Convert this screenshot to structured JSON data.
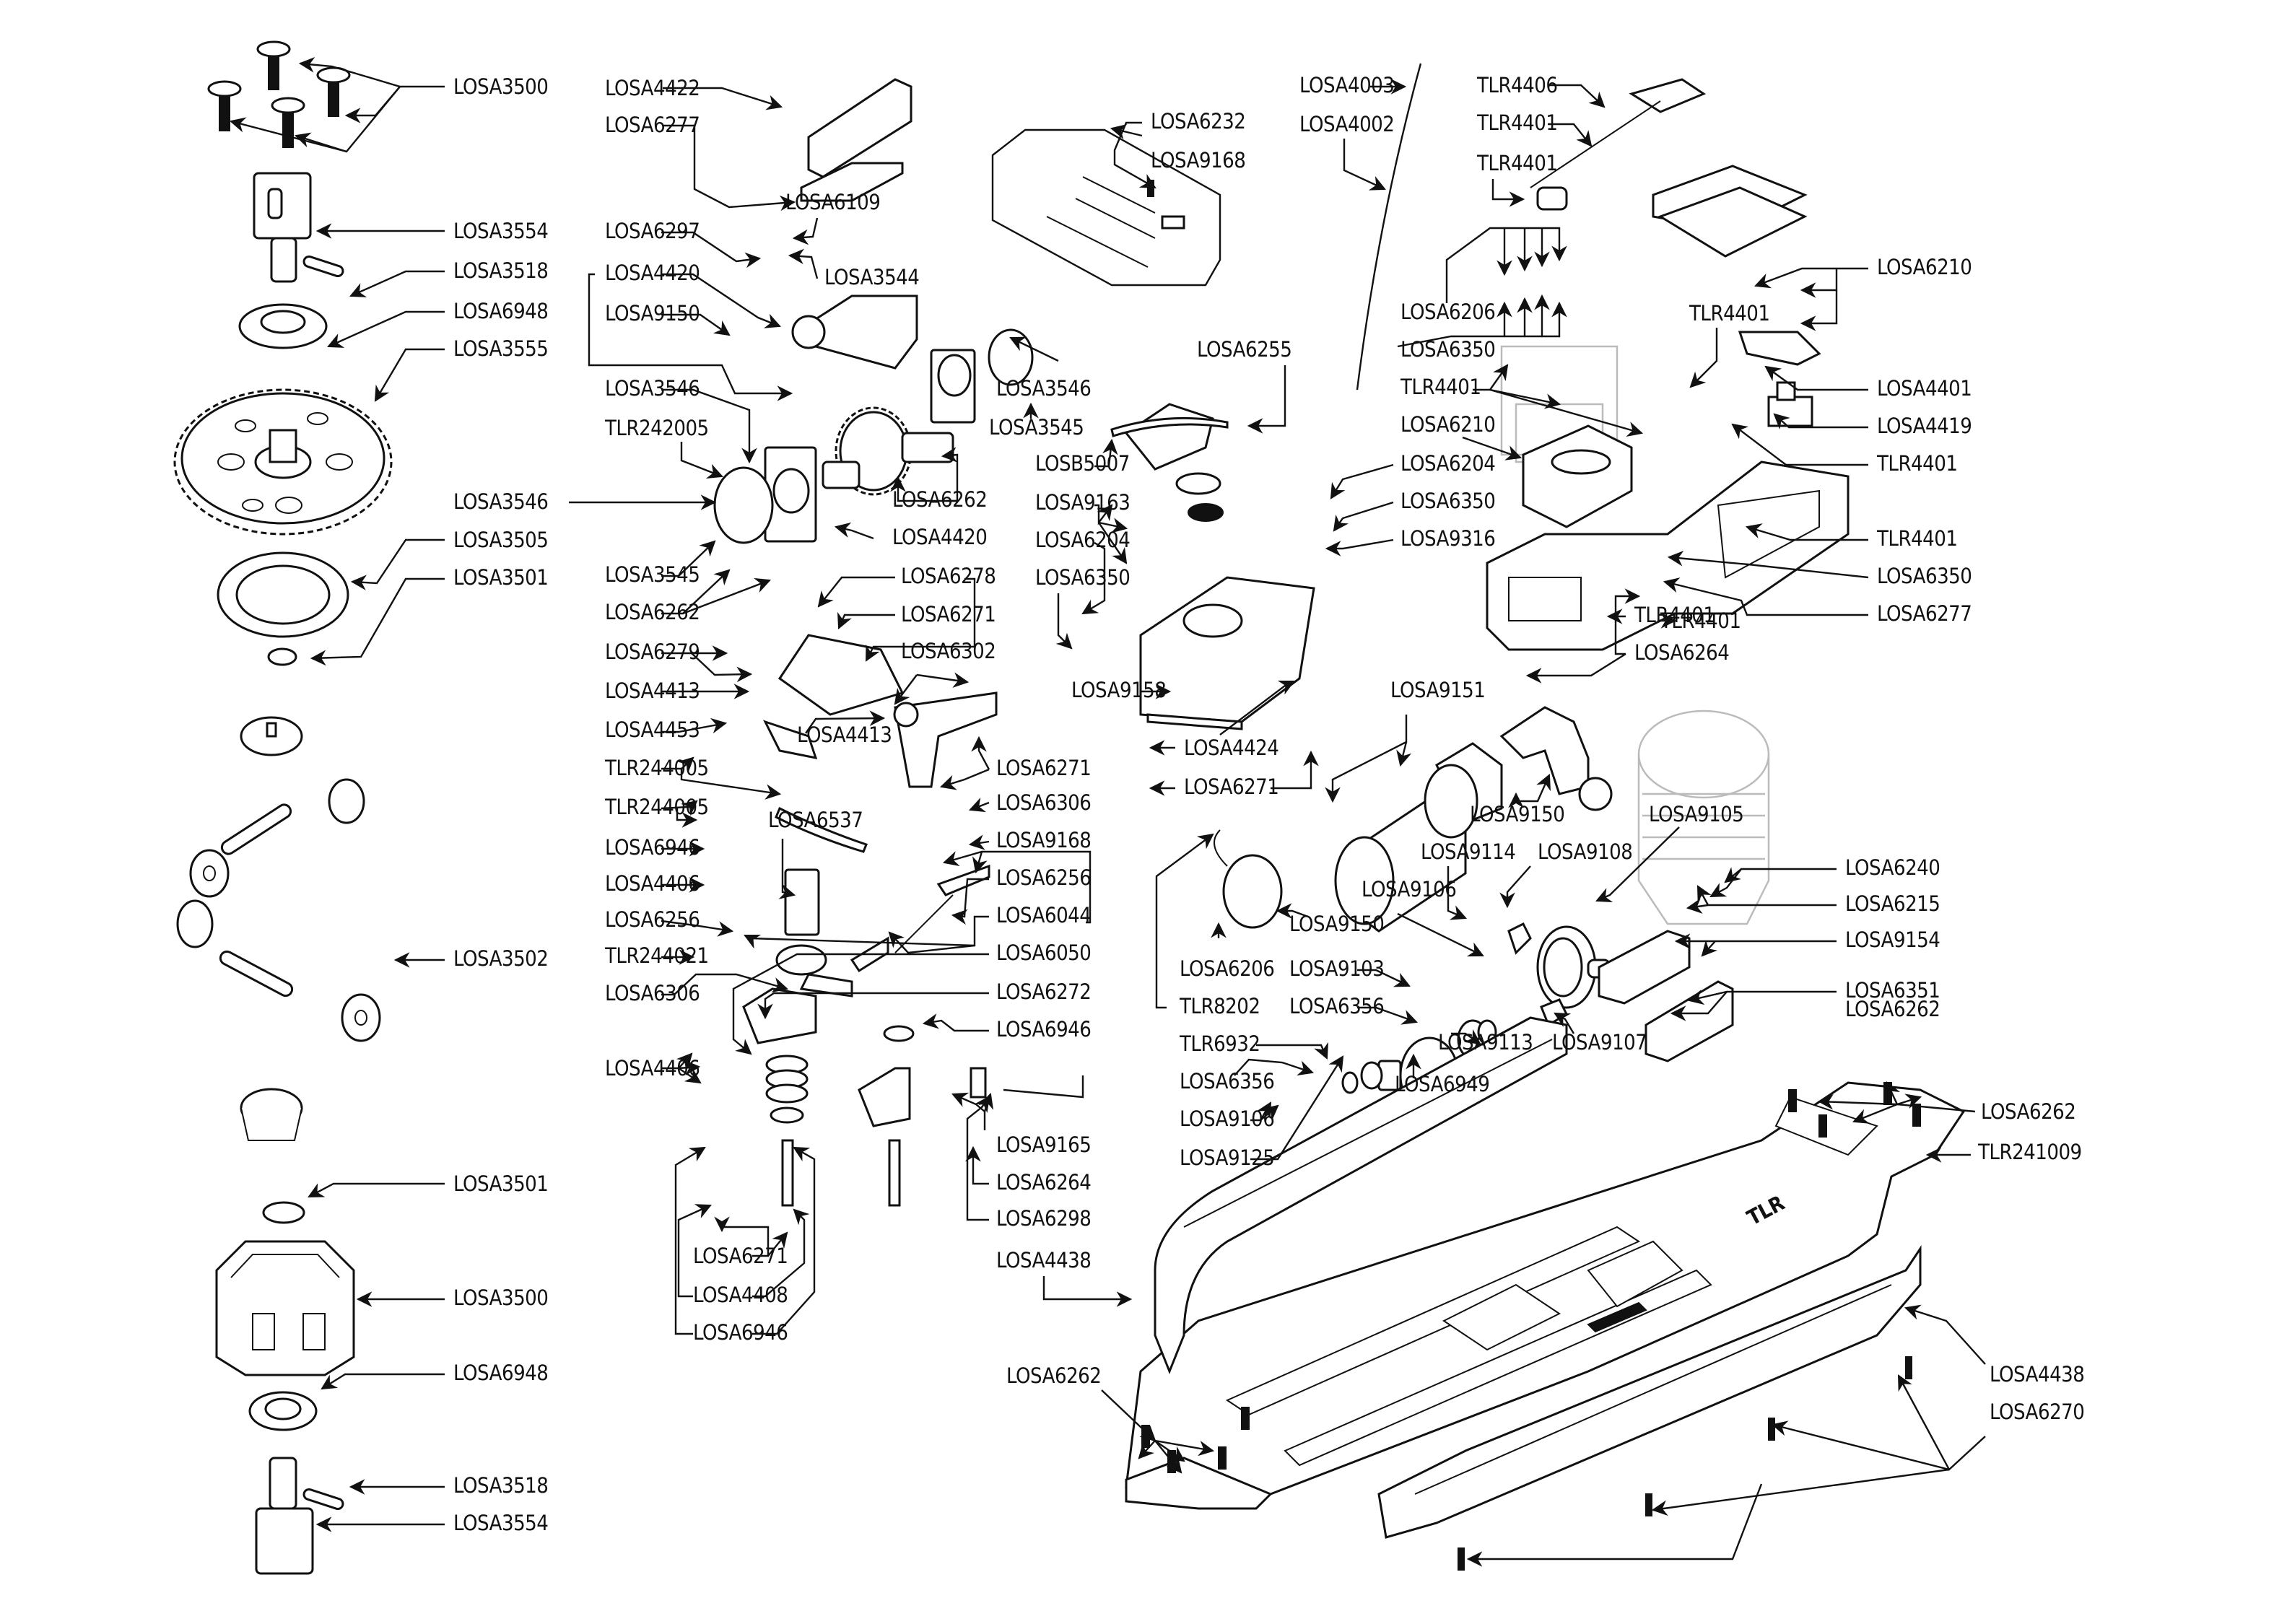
{
  "diagram": {
    "title": "Exploded parts view - 1/8 nitro buggy chassis",
    "groups": [
      {
        "id": "rear-diff",
        "labels": [
          "LOSA3500",
          "LOSA3554",
          "LOSA3518",
          "LOSA6948",
          "LOSA3555",
          "LOSA3505",
          "LOSA3501",
          "LOSA3502",
          "LOSA3501",
          "LOSA3500",
          "LOSA6948",
          "LOSA3518",
          "LOSA3554"
        ]
      },
      {
        "id": "center-diff-mounts",
        "labels": [
          "LOSA4422",
          "LOSA6277",
          "LOSA6109",
          "LOSA6297",
          "LOSA3544",
          "LOSA4420",
          "LOSA9150",
          "LOSA3546",
          "LOSA3545",
          "LOSA3546",
          "TLR242005",
          "LOSA3546",
          "LOSA3545",
          "LOSA6262",
          "LOSA6262",
          "LOSA4420"
        ]
      },
      {
        "id": "linkages",
        "labels": [
          "LOSA6232",
          "LOSA9168"
        ]
      },
      {
        "id": "steering",
        "labels": [
          "LOSA6278",
          "LOSA6271",
          "LOSA6279",
          "LOSA4413",
          "LOSA6302",
          "LOSA4453",
          "LOSA4413",
          "TLR244005",
          "TLR244005",
          "LOSA6271",
          "LOSA6537",
          "LOSA6306",
          "LOSA6946",
          "LOSA9168",
          "LOSA4406",
          "LOSA6256",
          "LOSA6256",
          "LOSA6044",
          "TLR244021",
          "LOSA6050",
          "LOSA6306",
          "LOSA6272",
          "LOSA6946",
          "LOSA4406",
          "LOSA9165",
          "LOSA6264",
          "LOSA6298",
          "LOSA6271",
          "LOSA4408",
          "LOSA6946"
        ]
      },
      {
        "id": "fuel-tank",
        "labels": [
          "LOSA4003",
          "LOSA4002",
          "LOSA6255",
          "LOSB5007",
          "LOSA9163",
          "LOSA6204",
          "LOSA6350",
          "LOSA6204",
          "LOSA6350",
          "LOSA9316",
          "LOSA9158",
          "LOSA4424",
          "LOSA6271"
        ]
      },
      {
        "id": "radio-tray",
        "labels": [
          "TLR4406",
          "TLR4401",
          "TLR4401",
          "TLR4401",
          "LOSA6206",
          "LOSA6350",
          "TLR4401",
          "LOSA6210",
          "LOSA6210",
          "TLR4401",
          "LOSA4401",
          "LOSA4419",
          "TLR4401",
          "TLR4401",
          "LOSA6350",
          "LOSA6277",
          "TLR4401",
          "LOSA6264"
        ]
      },
      {
        "id": "engine-clutch",
        "labels": [
          "LOSA9151",
          "LOSA9150",
          "LOSA9150",
          "LOSA6206",
          "TLR8202",
          "LOSA9105",
          "LOSA9114",
          "LOSA9108",
          "LOSA9106",
          "LOSA9103",
          "LOSA6356",
          "LOSA9113",
          "LOSA9107",
          "TLR6932",
          "LOSA6356",
          "LOSA6949",
          "LOSA9106",
          "LOSA9125",
          "LOSA6240",
          "LOSA6215",
          "LOSA9154",
          "LOSA6351",
          "LOSA6262"
        ]
      },
      {
        "id": "chassis",
        "labels": [
          "LOSA6262",
          "TLR241009",
          "LOSA4438",
          "LOSA6262",
          "LOSA4438",
          "LOSA6270"
        ]
      }
    ],
    "callouts": {
      "c1": "LOSA3500",
      "c2": "LOSA3554",
      "c3": "LOSA3518",
      "c4": "LOSA6948",
      "c5": "LOSA3555",
      "c6": "LOSA3546",
      "c7": "LOSA3505",
      "c8": "LOSA3501",
      "c9": "LOSA3502",
      "c10": "LOSA3501",
      "c11": "LOSA3500",
      "c12": "LOSA6948",
      "c13": "LOSA3518",
      "c14": "LOSA3554",
      "c15": "LOSA4422",
      "c16": "LOSA6277",
      "c17": "LOSA6109",
      "c18": "LOSA6297",
      "c19": "LOSA3544",
      "c20": "LOSA4420",
      "c21": "LOSA9150",
      "c22": "LOSA3546",
      "c23": "LOSA3545",
      "c24": "LOSA3546",
      "c25": "TLR242005",
      "c26": "LOSA6262",
      "c27": "LOSA4420",
      "c28": "LOSA3545",
      "c29": "LOSA6262",
      "c30": "LOSA6232",
      "c31": "LOSA9168",
      "c32": "LOSA6278",
      "c33": "LOSA6271",
      "c34": "LOSA6279",
      "c35": "LOSA4413",
      "c36": "LOSA6302",
      "c37": "LOSA4453",
      "c38": "LOSA4413",
      "c39": "TLR244005",
      "c40": "TLR244005",
      "c41": "LOSA6271",
      "c42": "LOSA6537",
      "c43": "LOSA6306",
      "c44": "LOSA6946",
      "c45": "LOSA9168",
      "c46": "LOSA4406",
      "c47": "LOSA6256",
      "c48": "LOSA6256",
      "c49": "LOSA6044",
      "c50": "TLR244021",
      "c51": "LOSA6050",
      "c52": "LOSA6306",
      "c53": "LOSA6272",
      "c54": "LOSA6946",
      "c55": "LOSA4406",
      "c56": "LOSA9165",
      "c57": "LOSA6264",
      "c58": "LOSA6298",
      "c59": "LOSA6271",
      "c60": "LOSA4408",
      "c61": "LOSA6946",
      "c62": "LOSA4438",
      "c63": "LOSA4003",
      "c64": "LOSA4002",
      "c65": "LOSA6255",
      "c66": "LOSB5007",
      "c67": "LOSA9163",
      "c68": "LOSA6204",
      "c69": "LOSA6350",
      "c70": "LOSA6204",
      "c71": "LOSA6350",
      "c72": "LOSA9316",
      "c73": "LOSA9158",
      "c74": "LOSA4424",
      "c75": "LOSA6271",
      "c76": "TLR4406",
      "c77": "TLR4401",
      "c78": "TLR4401",
      "c79": "TLR4401",
      "c80": "LOSA6206",
      "c81": "LOSA6350",
      "c82": "TLR4401",
      "c83": "LOSA6210",
      "c84": "LOSA6210",
      "c85": "TLR4401",
      "c86": "LOSA4401",
      "c87": "LOSA4419",
      "c88": "TLR4401",
      "c89": "TLR4401",
      "c90": "LOSA6350",
      "c91": "LOSA6277",
      "c92": "TLR4401",
      "c93": "LOSA6264",
      "c94": "LOSA9151",
      "c95": "LOSA9150",
      "c96": "LOSA9150",
      "c97": "LOSA6206",
      "c98": "TLR8202",
      "c99": "LOSA9105",
      "c100": "LOSA9114",
      "c101": "LOSA9108",
      "c102": "LOSA9106",
      "c103": "LOSA9103",
      "c104": "LOSA6356",
      "c105": "LOSA9113",
      "c106": "LOSA9107",
      "c107": "TLR6932",
      "c108": "LOSA6356",
      "c109": "LOSA6949",
      "c110": "LOSA9106",
      "c111": "LOSA9125",
      "c112": "LOSA6240",
      "c113": "LOSA6215",
      "c114": "LOSA9154",
      "c115": "LOSA6351",
      "c116": "LOSA6262",
      "c117": "LOSA6262",
      "c118": "TLR241009",
      "c119": "LOSA6262",
      "c120": "LOSA4438",
      "c121": "LOSA6270"
    },
    "chassis_logo": "TLR"
  }
}
